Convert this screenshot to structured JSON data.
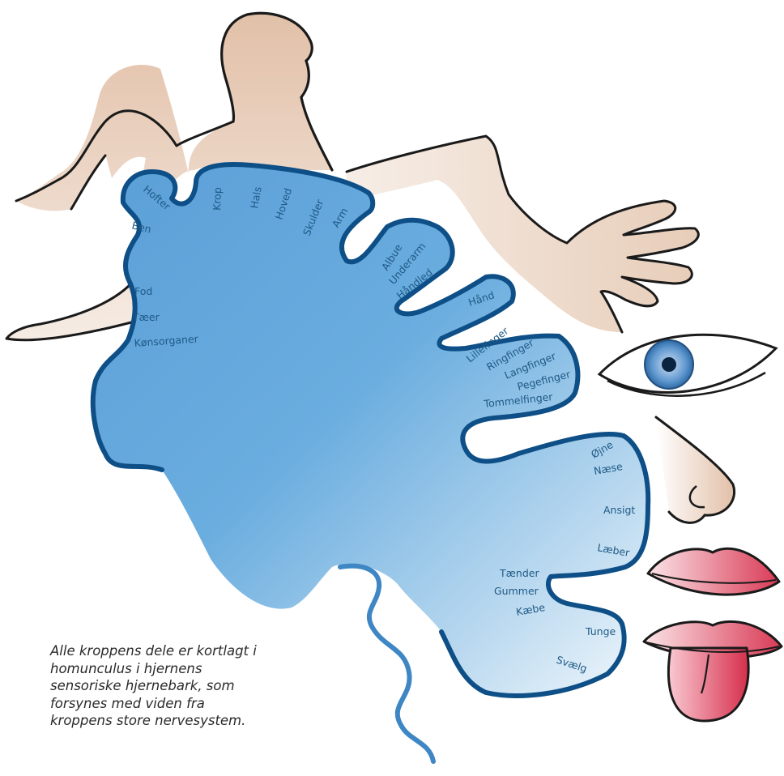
{
  "labels": {
    "hofter": "Hofter",
    "ben": "Ben",
    "krop": "Krop",
    "hals": "Hals",
    "hoved": "Hoved",
    "skulder": "Skulder",
    "arm": "Arm",
    "albue": "Albue",
    "underarm": "Underarm",
    "handled": "Håndled",
    "hand": "Hånd",
    "lillefinger": "Lillefinger",
    "ringfinger": "Ringfinger",
    "langfinger": "Langfinger",
    "pegefinger": "Pegefinger",
    "tommelfinger": "Tommelfinger",
    "fod": "Fod",
    "taeer": "Tæer",
    "konsorganer": "Kønsorganer",
    "ojne": "Øjne",
    "naese": "Næse",
    "ansigt": "Ansigt",
    "laeber": "Læber",
    "taender": "Tænder",
    "gummer": "Gummer",
    "kaebe": "Kæbe",
    "tunge": "Tunge",
    "svaelg": "Svælg"
  },
  "caption": "Alle kroppens dele er kortlagt i homunculus i hjernens sensoriske hjernebark, som forsynes med viden fra kroppens store nervesystem.",
  "colors": {
    "outline": "#0d4f86",
    "cortex_fill": "#6aa9dc",
    "skin": "#e4c3ac",
    "lips": "#d8334f",
    "iris": "#4d8bc7",
    "label_text": "#1f5a86"
  }
}
